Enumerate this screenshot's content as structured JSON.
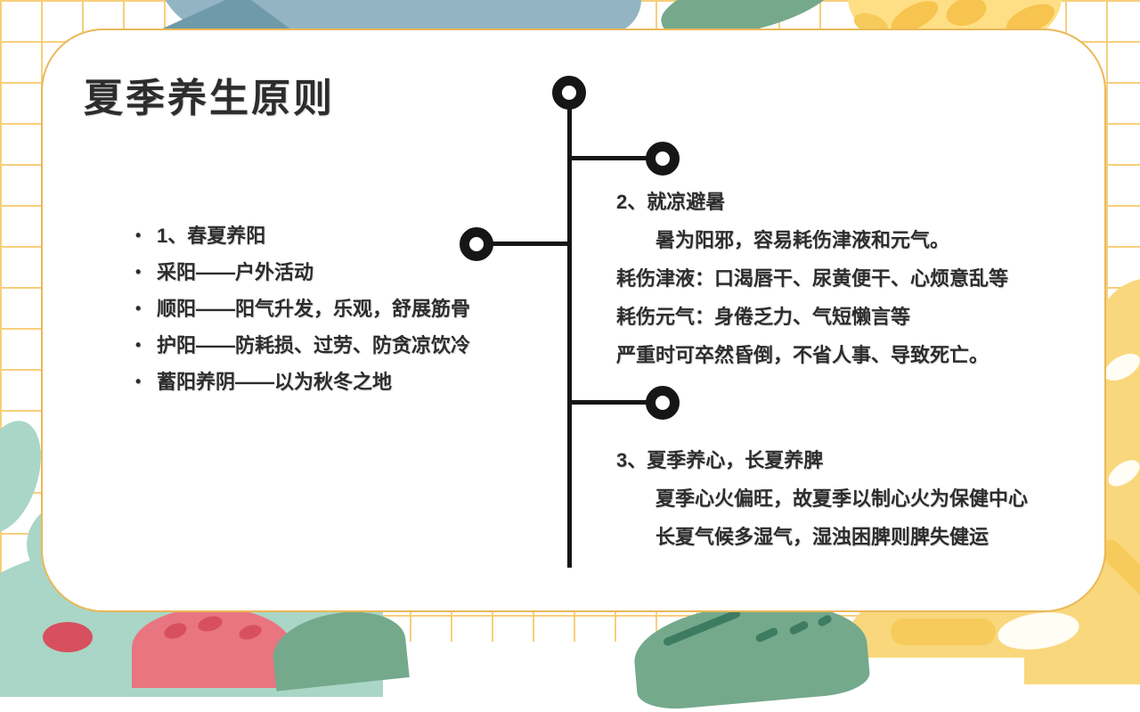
{
  "slide": {
    "title": "夏季养生原则",
    "left_list": {
      "items": [
        "1、春夏养阳",
        "采阳——户外活动",
        "顺阳——阳气升发，乐观，舒展筋骨",
        "护阳——防耗损、过劳、防贪凉饮冷",
        "蓄阳养阴——以为秋冬之地"
      ]
    },
    "section2": {
      "heading": "2、就凉避暑",
      "lines": [
        "暑为阳邪，容易耗伤津液和元气。",
        "耗伤津液：口渴唇干、尿黄便干、心烦意乱等",
        "耗伤元气：身倦乏力、气短懒言等",
        "严重时可卒然昏倒，不省人事、导致死亡。"
      ]
    },
    "section3": {
      "heading": "3、夏季养心，长夏养脾",
      "lines": [
        "夏季心火偏旺，故夏季以制心火为保健中心",
        "长夏气候多湿气，湿浊困脾则脾失健运"
      ]
    }
  },
  "colors": {
    "grid": "#F7CF7B",
    "card-border": "#EAB858",
    "text": "#2D2D2D",
    "timeline": "#161616",
    "blue": "#92B4C3",
    "blue-dark": "#6F9AA9",
    "green-top": "#76A98C",
    "yellow": "#FFDF85",
    "yellow-spot": "#F7C44F",
    "yellow-deep": "#F6CB5B",
    "mint": "#A9D6C6",
    "pink": "#E97580",
    "pink-seed": "#D8505F",
    "green": "#74A98C",
    "green-dark": "#3E7C61",
    "yellow-right": "#F9D77D"
  }
}
